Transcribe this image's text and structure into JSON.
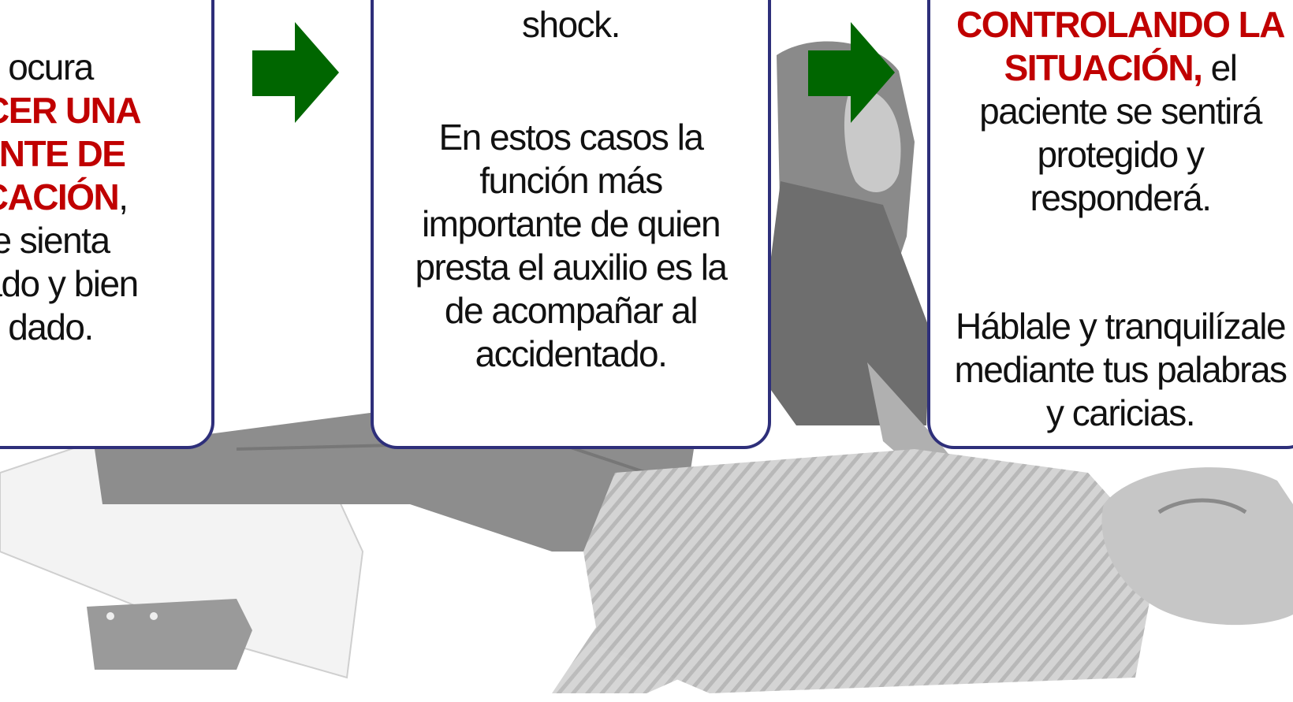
{
  "panels": {
    "left": {
      "line1": "ocura",
      "hl1": "ECER UNA",
      "hl2": "ENTE DE",
      "hl3": "ICACIÓN",
      "hl3_suffix": ",",
      "line5": "e sienta",
      "line6": "ñado y bien",
      "line7": "dado."
    },
    "middle": {
      "top": "shock.",
      "body": [
        "En estos casos la",
        "función más",
        "importante de quien",
        "presta el auxilio es la",
        "de acompañar al",
        "accidentado."
      ]
    },
    "right": {
      "hl1": "CONTROLANDO LA",
      "hl2": "SITUACIÓN,",
      "hl2_suffix": " el",
      "body1": [
        "paciente se sentirá",
        "protegido y",
        "responderá."
      ],
      "body2": [
        "Háblale y tranquilízale",
        "mediante tus palabras",
        "y caricias."
      ]
    }
  },
  "colors": {
    "highlight": "#c00000",
    "arrow": "#006600",
    "border": "#2e2f7a"
  },
  "icons": [
    "arrow-right-icon",
    "arrow-right-icon"
  ]
}
